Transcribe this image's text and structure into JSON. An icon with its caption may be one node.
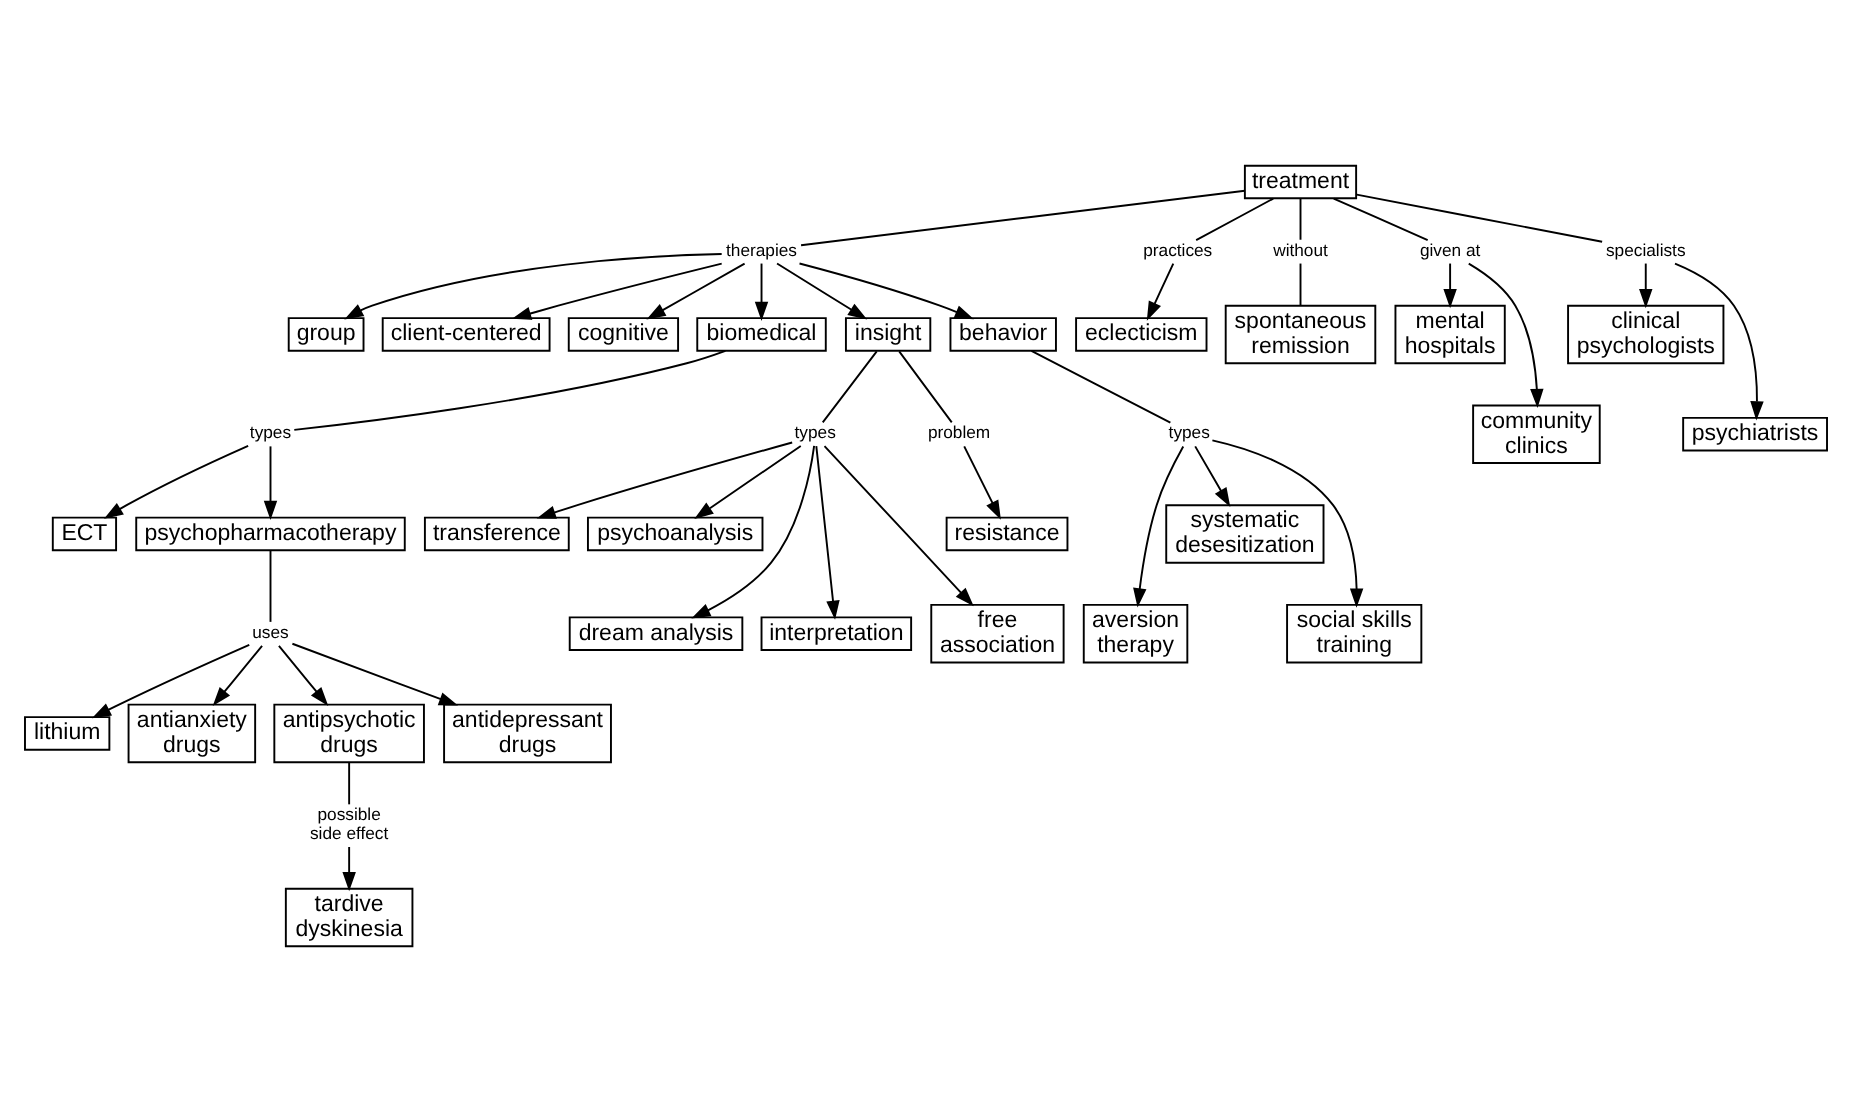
{
  "diagram": {
    "nodes": [
      {
        "text": [
          "treatment"
        ]
      },
      {
        "text": [
          "therapies"
        ]
      },
      {
        "text": [
          "group"
        ]
      },
      {
        "text": [
          "client-centered"
        ]
      },
      {
        "text": [
          "cognitive"
        ]
      },
      {
        "text": [
          "biomedical"
        ]
      },
      {
        "text": [
          "insight"
        ]
      },
      {
        "text": [
          "behavior"
        ]
      },
      {
        "text": [
          "practices"
        ]
      },
      {
        "text": [
          "eclecticism"
        ]
      },
      {
        "text": [
          "without"
        ]
      },
      {
        "text": [
          "spontaneous remission"
        ]
      },
      {
        "text": [
          "given at"
        ]
      },
      {
        "text": [
          "mental hospitals"
        ]
      },
      {
        "text": [
          "community clinics"
        ]
      },
      {
        "text": [
          "specialists"
        ]
      },
      {
        "text": [
          "clinical psychologists"
        ]
      },
      {
        "text": [
          "psychiatrists"
        ]
      },
      {
        "text": [
          "types"
        ]
      },
      {
        "text": [
          "ECT"
        ]
      },
      {
        "text": [
          "psychopharmacotherapy"
        ]
      },
      {
        "text": [
          "uses"
        ]
      },
      {
        "text": [
          "lithium"
        ]
      },
      {
        "text": [
          "antianxiety drugs"
        ]
      },
      {
        "text": [
          "antipsychotic drugs"
        ]
      },
      {
        "text": [
          "antidepressant drugs"
        ]
      },
      {
        "text": [
          "possible side effect"
        ]
      },
      {
        "text": [
          "tardive dyskinesia"
        ]
      },
      {
        "text": [
          "types"
        ]
      },
      {
        "text": [
          "problem"
        ]
      },
      {
        "text": [
          "resistance"
        ]
      },
      {
        "text": [
          "transference"
        ]
      },
      {
        "text": [
          "psychoanalysis"
        ]
      },
      {
        "text": [
          "dream analysis"
        ]
      },
      {
        "text": [
          "interpretation"
        ]
      },
      {
        "text": [
          "free association"
        ]
      },
      {
        "text": [
          "types"
        ]
      },
      {
        "text": [
          "aversion therapy"
        ]
      },
      {
        "text": [
          "systematic desesitization"
        ]
      },
      {
        "text": [
          "social skills training"
        ]
      }
    ],
    "edges": [
      {
        "from": 0,
        "to": 1,
        "arrow": "none"
      },
      {
        "from": 1,
        "to": 2,
        "arrow": "to"
      },
      {
        "from": 1,
        "to": 3,
        "arrow": "to"
      },
      {
        "from": 1,
        "to": 4,
        "arrow": "to"
      },
      {
        "from": 1,
        "to": 5,
        "arrow": "to"
      },
      {
        "from": 1,
        "to": 6,
        "arrow": "to"
      },
      {
        "from": 1,
        "to": 7,
        "arrow": "to"
      },
      {
        "from": 0,
        "to": 8,
        "arrow": "none"
      },
      {
        "from": 8,
        "to": 9,
        "arrow": "to"
      },
      {
        "from": 0,
        "to": 10,
        "arrow": "none"
      },
      {
        "from": 10,
        "to": 11,
        "arrow": "none"
      },
      {
        "from": 0,
        "to": 12,
        "arrow": "none"
      },
      {
        "from": 12,
        "to": 13,
        "arrow": "to"
      },
      {
        "from": 12,
        "to": 14,
        "arrow": "to"
      },
      {
        "from": 0,
        "to": 15,
        "arrow": "none"
      },
      {
        "from": 15,
        "to": 16,
        "arrow": "to"
      },
      {
        "from": 15,
        "to": 17,
        "arrow": "to"
      },
      {
        "from": 5,
        "to": 18,
        "arrow": "none"
      },
      {
        "from": 18,
        "to": 19,
        "arrow": "to"
      },
      {
        "from": 18,
        "to": 20,
        "arrow": "to"
      },
      {
        "from": 20,
        "to": 21,
        "arrow": "none"
      },
      {
        "from": 21,
        "to": 22,
        "arrow": "to"
      },
      {
        "from": 21,
        "to": 23,
        "arrow": "to"
      },
      {
        "from": 21,
        "to": 24,
        "arrow": "to"
      },
      {
        "from": 21,
        "to": 25,
        "arrow": "to"
      },
      {
        "from": 24,
        "to": 26,
        "arrow": "none"
      },
      {
        "from": 26,
        "to": 27,
        "arrow": "to"
      },
      {
        "from": 6,
        "to": 28,
        "arrow": "none"
      },
      {
        "from": 6,
        "to": 29,
        "arrow": "none"
      },
      {
        "from": 29,
        "to": 30,
        "arrow": "to"
      },
      {
        "from": 28,
        "to": 31,
        "arrow": "to"
      },
      {
        "from": 28,
        "to": 32,
        "arrow": "to"
      },
      {
        "from": 28,
        "to": 33,
        "arrow": "to"
      },
      {
        "from": 28,
        "to": 34,
        "arrow": "to"
      },
      {
        "from": 28,
        "to": 35,
        "arrow": "to"
      },
      {
        "from": 7,
        "to": 36,
        "arrow": "none"
      },
      {
        "from": 36,
        "to": 37,
        "arrow": "to"
      },
      {
        "from": 36,
        "to": 38,
        "arrow": "to"
      },
      {
        "from": 36,
        "to": 39,
        "arrow": "to"
      }
    ]
  }
}
